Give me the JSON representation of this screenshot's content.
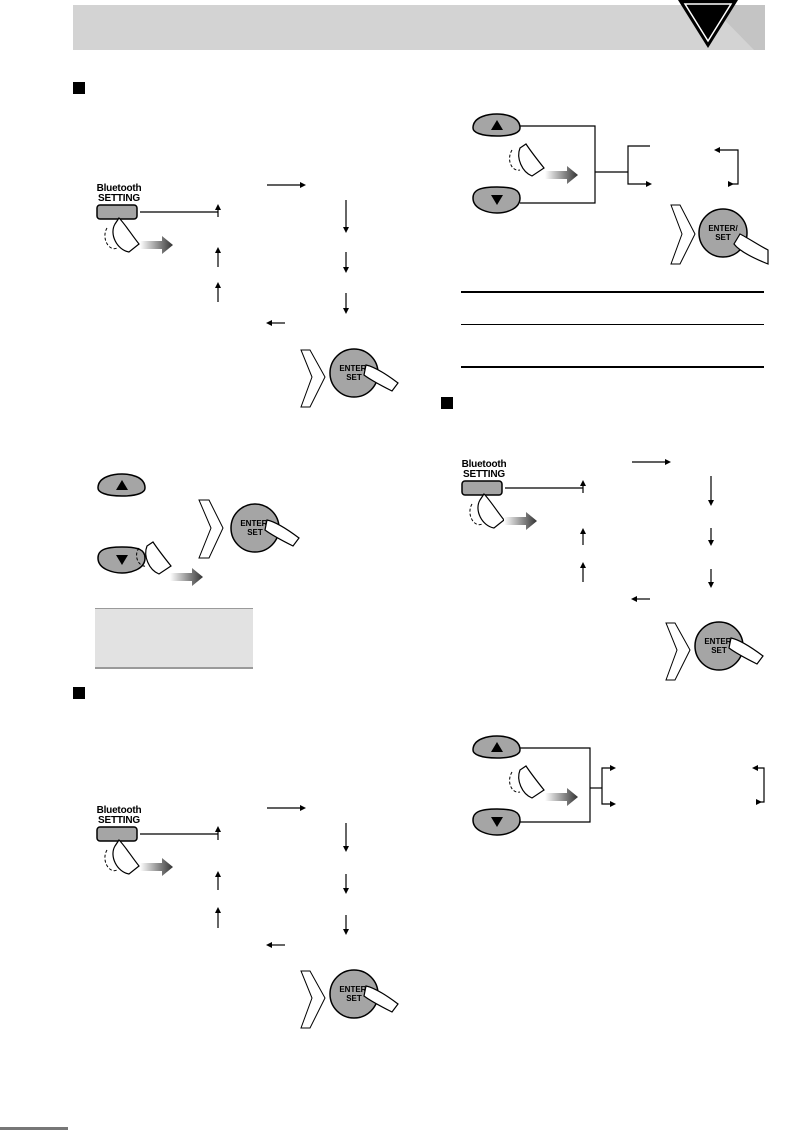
{
  "page": {
    "header": {
      "marker": "triangle-down"
    },
    "bluetooth_button": {
      "line1": "Bluetooth",
      "line2": "SETTING"
    },
    "enter_button": {
      "line1": "ENTER/",
      "line2": "SET"
    },
    "icons": {
      "section_marker": "black-square",
      "up_button": "up-triangle-button",
      "down_button": "down-triangle-button",
      "finger": "pressing-finger",
      "motion_arrow": "gray-gradient-arrow",
      "flow_arrow": "hollow-chevron-arrow"
    },
    "colors": {
      "header_bar": "#d3d3d3",
      "button_fill": "#a5a5a5",
      "note_box": "#e2e2e2"
    }
  }
}
